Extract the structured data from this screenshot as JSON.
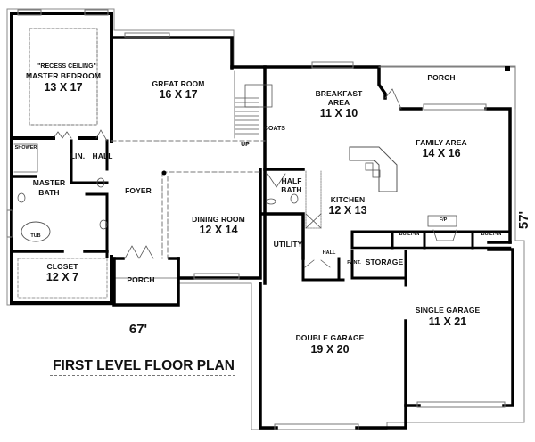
{
  "title": "FIRST LEVEL FLOOR PLAN",
  "dimensions": {
    "width": "67'",
    "depth": "57'"
  },
  "rooms": {
    "master_bedroom": {
      "note": "\"RECESS CEILING\"",
      "name": "MASTER BEDROOM",
      "size": "13 X 17"
    },
    "great_room": {
      "name": "GREAT ROOM",
      "size": "16 X 17"
    },
    "breakfast_area": {
      "name_line1": "BREAKFAST",
      "name_line2": "AREA",
      "size": "11 X 10"
    },
    "rear_porch": {
      "name": "PORCH"
    },
    "family_area": {
      "name": "FAMILY AREA",
      "size": "14 X 16"
    },
    "kitchen": {
      "name": "KITCHEN",
      "size": "12 X 13"
    },
    "dining_room": {
      "name": "DINING ROOM",
      "size": "12 X 14"
    },
    "foyer": {
      "name": "FOYER"
    },
    "front_porch": {
      "name": "PORCH"
    },
    "master_bath": {
      "name_line1": "MASTER",
      "name_line2": "BATH"
    },
    "shower": {
      "name": "SHOWER"
    },
    "tub": {
      "name": "TUB"
    },
    "linen": {
      "name": "LIN."
    },
    "hall_left": {
      "name": "HALL"
    },
    "closet": {
      "name": "CLOSET",
      "size": "12 X 7"
    },
    "coats": {
      "name": "COATS"
    },
    "stairs_up": {
      "name": "UP"
    },
    "half_bath": {
      "name_line1": "HALF",
      "name_line2": "BATH"
    },
    "utility": {
      "name": "UTILITY"
    },
    "hall_rear": {
      "name": "HALL"
    },
    "pantry": {
      "name": "PANT."
    },
    "storage": {
      "name": "STORAGE"
    },
    "built_in_left": {
      "name": "BUILT-IN"
    },
    "built_in_right": {
      "name": "BUILT-IN"
    },
    "fireplace": {
      "name": "F/P"
    },
    "single_garage": {
      "name": "SINGLE GARAGE",
      "size": "11 X 21"
    },
    "double_garage": {
      "name": "DOUBLE GARAGE",
      "size": "19 X 20"
    }
  },
  "colors": {
    "wall": "#000000",
    "outline": "#888888",
    "background": "#ffffff"
  }
}
